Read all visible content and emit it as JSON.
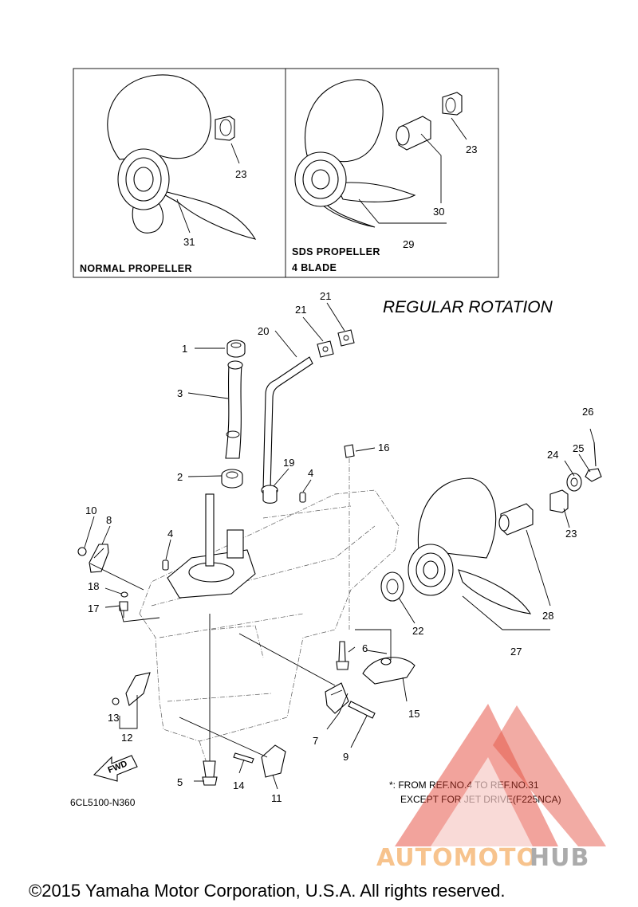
{
  "panels": {
    "normal": {
      "label": "NORMAL PROPELLER"
    },
    "sds": {
      "label_line1": "SDS PROPELLER",
      "label_line2": "4 BLADE"
    }
  },
  "rotation_title": "REGULAR ROTATION",
  "callouts": {
    "n1": "1",
    "n2": "2",
    "n3": "3",
    "n4a": "4",
    "n4b": "4",
    "n5": "5",
    "n6": "6",
    "n7": "7",
    "n8": "8",
    "n9": "9",
    "n10": "10",
    "n11": "11",
    "n12": "12",
    "n13": "13",
    "n14": "14",
    "n15": "15",
    "n16": "16",
    "n17": "17",
    "n18": "18",
    "n19": "19",
    "n20": "20",
    "n21a": "21",
    "n21b": "21",
    "n22": "22",
    "n23a": "23",
    "n23b": "23",
    "n23c": "23",
    "n24": "24",
    "n25": "25",
    "n26": "26",
    "n27": "27",
    "n28": "28",
    "n29": "29",
    "n30": "30",
    "n31": "31"
  },
  "fwd_label": "FWD",
  "diagram_code": "6CL5100-N360",
  "note": {
    "line1": "*: FROM REF.NO.4 TO REF.NO.31",
    "line2": "EXCEPT FOR JET DRIVE(F225NCA)"
  },
  "watermark": {
    "part1": "AUTOMOTO",
    "part2": "HUB",
    "color_triangle": "#e23b2a",
    "color_orange": "#f6b97a",
    "color_gray": "#9d9d9d"
  },
  "copyright": "©2015 Yamaha Motor Corporation, U.S.A. All rights reserved."
}
